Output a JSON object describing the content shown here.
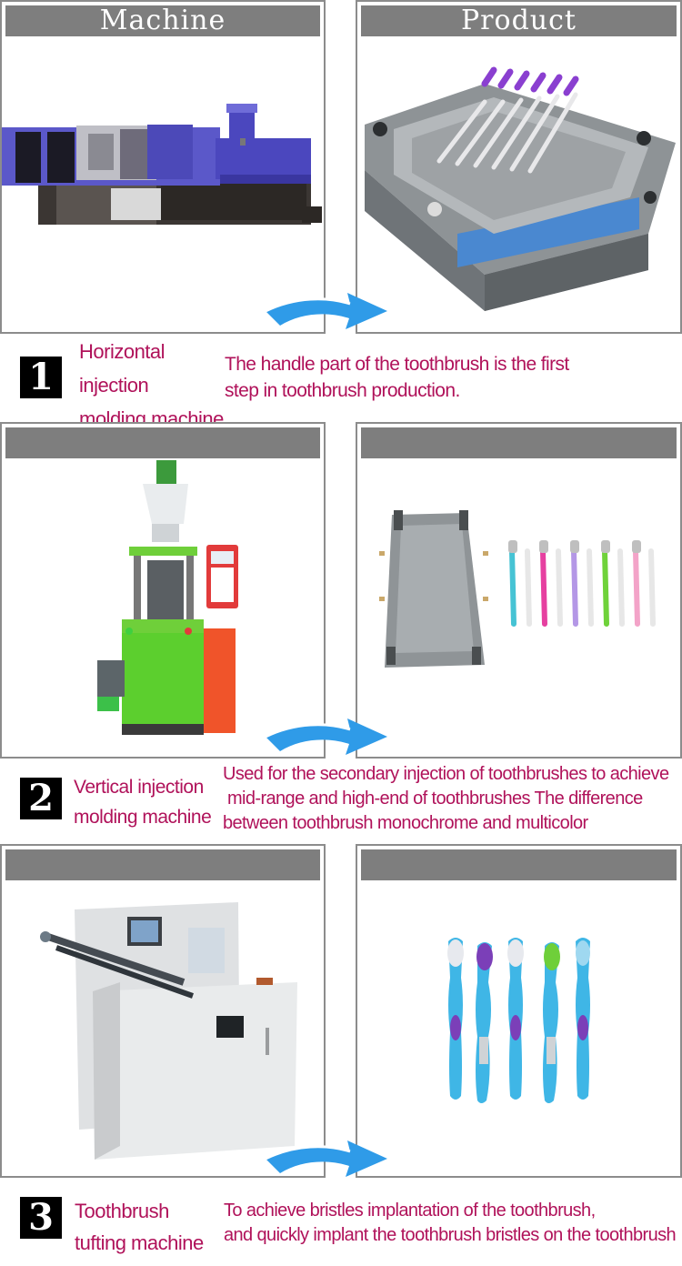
{
  "headers": {
    "machine": "Machine",
    "product": "Product",
    "blank": ""
  },
  "steps": [
    {
      "number": "1",
      "machine_name_lines": [
        "Horizontal",
        "injection",
        "molding machine"
      ],
      "description_lines": [
        "The handle part of the toothbrush is the first",
        "step in toothbrush production."
      ]
    },
    {
      "number": "2",
      "machine_name_lines": [
        "Vertical injection",
        "molding machine"
      ],
      "description_lines": [
        "Used for the secondary injection of toothbrushes to achieve",
        " mid-range and high-end of toothbrushes The difference",
        "between toothbrush monochrome and multicolor"
      ]
    },
    {
      "number": "3",
      "machine_name_lines": [
        "Toothbrush",
        "tufting machine"
      ],
      "description_lines": [
        "To achieve bristles implantation of the toothbrush,",
        "and quickly implant the toothbrush bristles on the toothbrush"
      ]
    }
  ],
  "colors": {
    "text_accent": "#b0125a",
    "header_bg": "#7e7e7e",
    "badge_bg": "#000000",
    "arrow": "#2f9be8"
  },
  "icons": [
    "right-curved-arrow-icon"
  ]
}
